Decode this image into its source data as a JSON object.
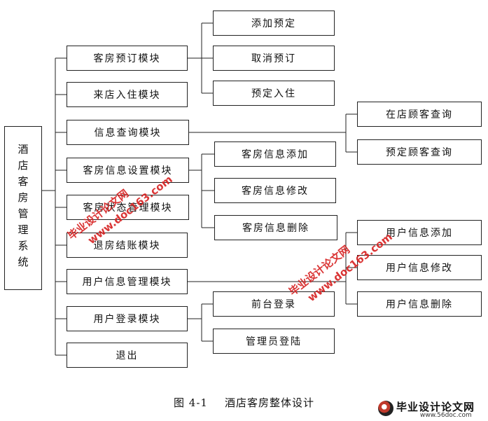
{
  "root": {
    "label": "酒店客房管理系统"
  },
  "modules": [
    {
      "label": "客房预订模块"
    },
    {
      "label": "来店入住模块"
    },
    {
      "label": "信息查询模块"
    },
    {
      "label": "客房信息设置模块"
    },
    {
      "label": "客房状态管理模块"
    },
    {
      "label": "退房结账模块"
    },
    {
      "label": "用户信息管理模块"
    },
    {
      "label": "用户登录模块"
    },
    {
      "label": "退出"
    }
  ],
  "reservation_sub": [
    {
      "label": "添加预定"
    },
    {
      "label": "取消预订"
    },
    {
      "label": "预定入住"
    }
  ],
  "query_sub": [
    {
      "label": "在店顾客查询"
    },
    {
      "label": "预定顾客查询"
    }
  ],
  "room_info_sub": [
    {
      "label": "客房信息添加"
    },
    {
      "label": "客房信息修改"
    },
    {
      "label": "客房信息删除"
    }
  ],
  "user_info_sub": [
    {
      "label": "用户信息添加"
    },
    {
      "label": "用户信息修改"
    },
    {
      "label": "用户信息删除"
    }
  ],
  "login_sub": [
    {
      "label": "前台登录"
    },
    {
      "label": "管理员登陆"
    }
  ],
  "caption": {
    "number": "图 4-1",
    "text": "酒店客房整体设计"
  },
  "watermarks": {
    "line1": "毕业设计论文网",
    "line2": "www.doc163.com"
  },
  "logo": {
    "name": "毕业设计论文网",
    "url": "www.56doc.com"
  },
  "colors": {
    "watermark": "#d62020",
    "line": "#222222"
  }
}
